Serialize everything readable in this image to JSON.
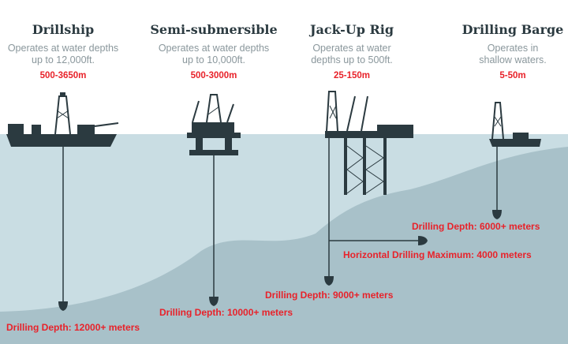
{
  "rigs": [
    {
      "name": "Drillship",
      "description": "Operates at water depths up to 12,000ft.",
      "range": "500-3650m"
    },
    {
      "name": "Semi-submersible",
      "description": "Operates at water depths up to 10,000ft.",
      "range": "500-3000m"
    },
    {
      "name": "Jack-Up Rig",
      "description": "Operates at water depths up to 500ft.",
      "range": "25-150m"
    },
    {
      "name": "Drilling Barge",
      "description": "Operates in shallow waters.",
      "range": "5-50m"
    }
  ],
  "drilling_labels": {
    "drillship": "Drilling Depth: 12000+ meters",
    "semisub": "Drilling Depth: 10000+ meters",
    "jackup": "Drilling Depth: 9000+ meters",
    "horizontal": "Horizontal Drilling Maximum: 4000 meters",
    "barge": "Drilling Depth: 6000+ meters"
  },
  "colors": {
    "sea": "#c9dde3",
    "seabed": "#a8c1c9",
    "rig": "#2b3a40",
    "title": "#2b3a40",
    "description": "#8a979c",
    "accent": "#e8222a"
  }
}
